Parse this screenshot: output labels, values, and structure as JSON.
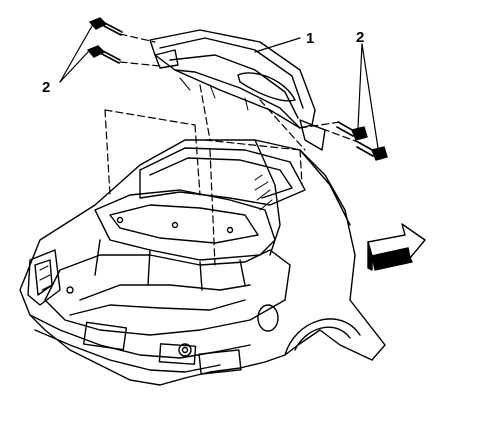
{
  "callouts": {
    "part_1": "1",
    "fastener_left": "2",
    "fastener_right": "2"
  },
  "colors": {
    "ink": "#000000",
    "paper": "#ffffff"
  },
  "icons": {
    "direction_arrow": "front-arrow-icon"
  }
}
